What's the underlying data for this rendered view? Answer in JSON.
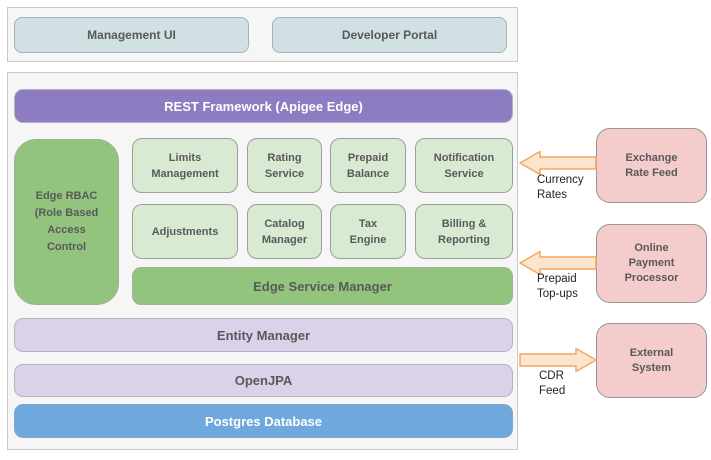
{
  "colors": {
    "panel_bg": "#f6f6f6",
    "panel_border": "#c9c9c9",
    "client_box_fill": "#d0e0e3",
    "rest_bar_fill": "#8e7cc3",
    "green_fill": "#93c47d",
    "service_box_fill": "#d9ead3",
    "lavender_fill": "#d9d2e9",
    "postgres_fill": "#6fa8dc",
    "external_box_fill": "#f4cccc",
    "arrow_fill": "#fce5cd",
    "arrow_stroke": "#f3a75f",
    "box_text": "#595959",
    "bar_text_light": "#ffffff"
  },
  "client_layer": {
    "management_ui": "Management UI",
    "developer_portal": "Developer Portal"
  },
  "platform": {
    "rest_framework": "REST Framework (Apigee Edge)",
    "edge_rbac": "Edge RBAC\n(Role Based\nAccess\nControl",
    "services": [
      "Limits\nManagement",
      "Rating\nService",
      "Prepaid\nBalance",
      "Notification\nService",
      "Adjustments",
      "Catalog\nManager",
      "Tax\nEngine",
      "Billing &\nReporting"
    ],
    "edge_service_manager": "Edge Service Manager",
    "entity_manager": "Entity Manager",
    "openjpa": "OpenJPA",
    "postgres_database": "Postgres Database"
  },
  "external_systems": [
    {
      "name": "Exchange\nRate Feed",
      "flow_label": "Currency\nRates",
      "direction": "left"
    },
    {
      "name": "Online\nPayment\nProcessor",
      "flow_label": "Prepaid\nTop-ups",
      "direction": "left"
    },
    {
      "name": "External\nSystem",
      "flow_label": "CDR\nFeed",
      "direction": "right"
    }
  ]
}
